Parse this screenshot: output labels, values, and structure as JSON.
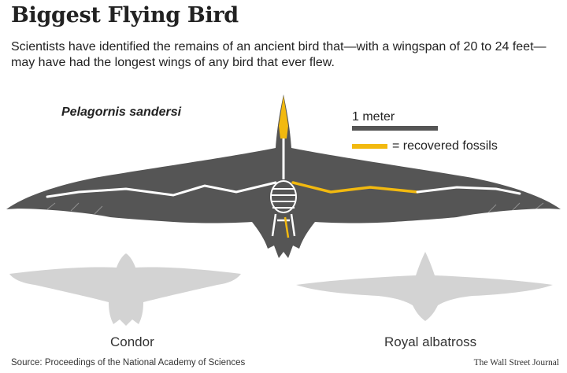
{
  "title": "Biggest Flying Bird",
  "subtitle": "Scientists have identified the remains of an ancient bird that—with a wingspan of 20 to 24 feet—may have had the longest wings of any bird that ever flew.",
  "species_label": "Pelagornis sandersi",
  "scale": {
    "label": "1 meter"
  },
  "legend": {
    "label": "= recovered fossils"
  },
  "colors": {
    "bird": "#555555",
    "bone": "#ffffff",
    "fossil": "#f2b90f",
    "silhouette": "#d3d3d3"
  },
  "comparison_birds": [
    "Condor",
    "Royal albatross"
  ],
  "footer": {
    "source": "Source: Proceedings of the National Academy of Sciences",
    "credit": "The Wall Street Journal"
  }
}
